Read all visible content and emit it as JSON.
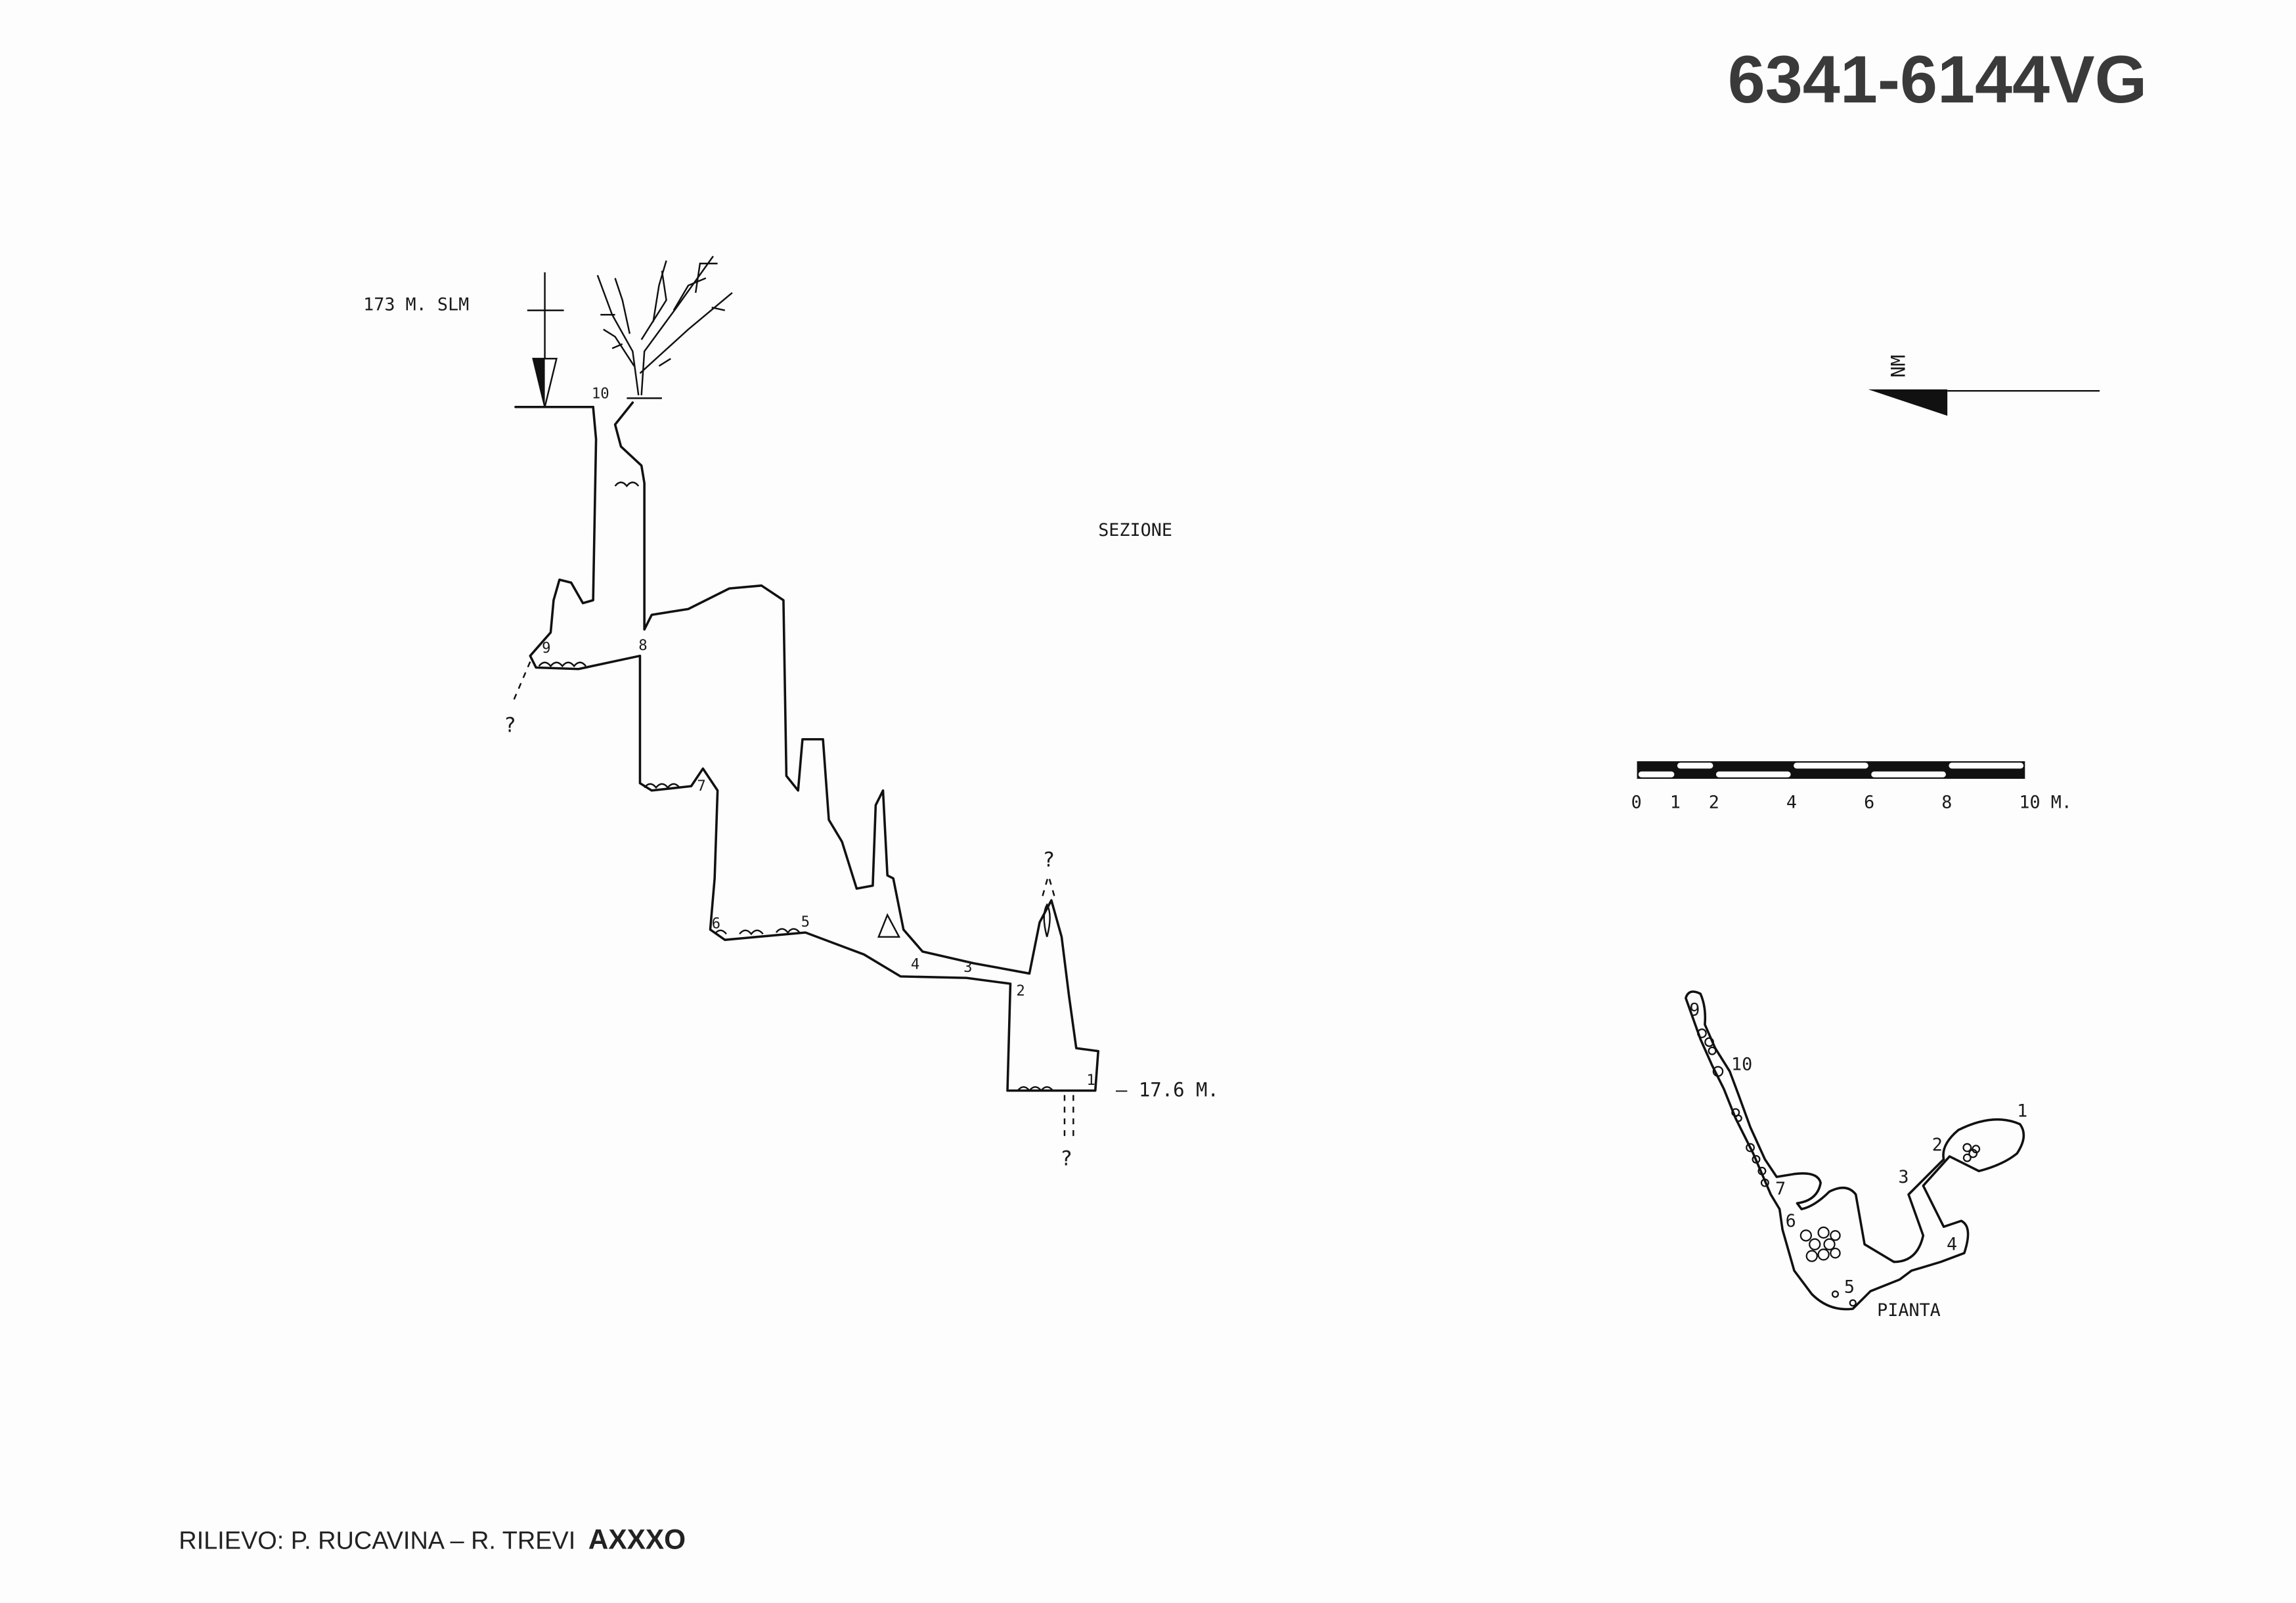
{
  "header": {
    "code": "6341-6144VG"
  },
  "footer": {
    "credit": "RILIEVO: P. RUCAVINA – R. TREVI",
    "group": "AXXXO"
  },
  "section": {
    "label": "SEZIONE",
    "entrance_altitude": "173 M. SLM",
    "depth": "– 17.6 M.",
    "unknown_mark": "?",
    "stations": [
      "1",
      "2",
      "3",
      "4",
      "5",
      "6",
      "7",
      "8",
      "9",
      "10"
    ]
  },
  "plan": {
    "label": "PIANTA",
    "stations": [
      "1",
      "2",
      "3",
      "4",
      "5",
      "6",
      "7",
      "9",
      "10"
    ]
  },
  "north_arrow": {
    "label": "NM"
  },
  "scale_bar": {
    "ticks": [
      "0",
      "1",
      "2",
      "4",
      "6",
      "8",
      "10 M."
    ],
    "tick_values_m": [
      0,
      1,
      2,
      4,
      6,
      8,
      10
    ],
    "colors": {
      "dark": "#111111",
      "light": "#fdfdfd"
    }
  }
}
